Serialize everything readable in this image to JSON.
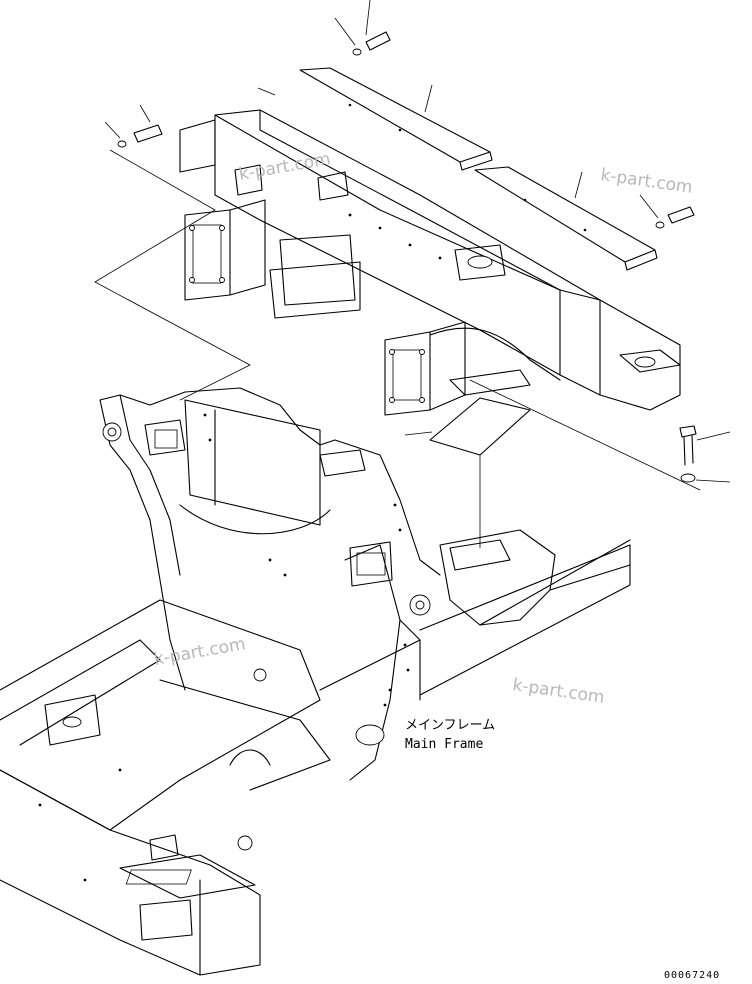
{
  "labels": {
    "main_frame_jp": "メインフレーム",
    "main_frame_en": "Main Frame"
  },
  "watermarks": [
    "k-part.com",
    "k-part.com",
    "k-part.com",
    "k-part.com"
  ],
  "drawing_code": "00067240",
  "colors": {
    "line": "#000000",
    "watermark": "#b8b8b8",
    "background": "#ffffff"
  }
}
